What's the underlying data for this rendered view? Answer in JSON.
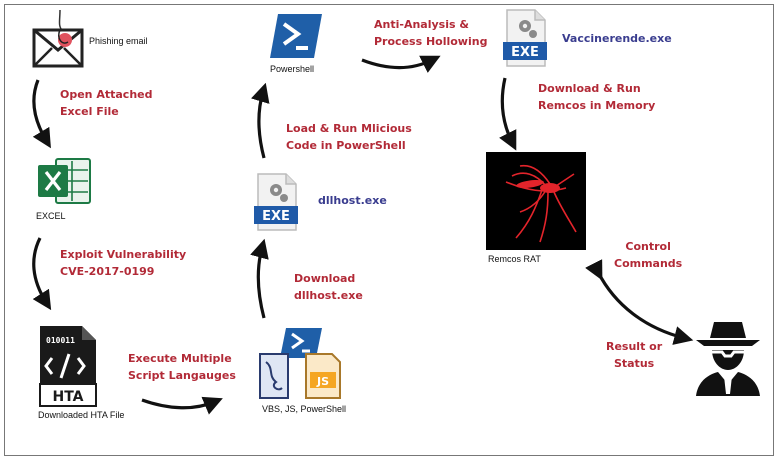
{
  "colors": {
    "step_text": "#b22a37",
    "file_name_text": "#3a3d8f",
    "arrow": "#111111",
    "excel_green": "#1d7a45",
    "powershell_blue": "#1f5fa8",
    "exe_blue": "#1f5aa8"
  },
  "nodes": {
    "phishing": {
      "label": "Phishing email",
      "icon": "envelope-fishhook-icon"
    },
    "excel": {
      "label": "EXCEL",
      "icon": "excel-icon"
    },
    "hta": {
      "label": "Downloaded HTA File",
      "icon_top": "010011",
      "icon_bottom": "HTA",
      "icon": "hta-file-icon"
    },
    "scripts": {
      "label": "VBS, JS, PowerShell",
      "badge": "JS",
      "icon": "scripts-icon"
    },
    "dllhost": {
      "label": "dllhost.exe",
      "badge": "EXE",
      "icon": "exe-file-icon"
    },
    "powershell": {
      "label": "Powershell",
      "icon": "powershell-icon"
    },
    "vaccine": {
      "label": "Vaccinerende.exe",
      "badge": "EXE",
      "icon": "exe-file-icon"
    },
    "remcos": {
      "label": "Remcos RAT",
      "icon": "mosquito-icon"
    },
    "attacker": {
      "icon": "spy-icon"
    }
  },
  "steps": {
    "open_excel": [
      "Open Attached",
      "Excel File"
    ],
    "exploit": [
      "Exploit Vulnerability",
      "CVE-2017-0199"
    ],
    "execute_scripts": [
      "Execute Multiple",
      "Script Langauges"
    ],
    "download_dllhost": [
      "Download",
      "dllhost.exe"
    ],
    "load_run": [
      "Load & Run Mlicious",
      "Code in PowerShell"
    ],
    "anti_analysis": [
      "Anti-Analysis  &",
      "Process Hollowing"
    ],
    "download_remcos": [
      "Download & Run",
      "Remcos in Memory"
    ],
    "control": [
      "Control",
      "Commands"
    ],
    "result": [
      "Result or",
      "Status"
    ]
  }
}
